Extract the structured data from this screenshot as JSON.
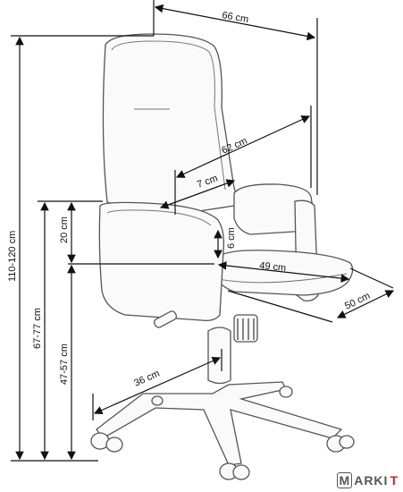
{
  "dimensions": {
    "width_top": "66 cm",
    "depth_back": "62 cm",
    "armrest_width": "7 cm",
    "armrest_height": "6 cm",
    "seat_width": "49 cm",
    "seat_depth": "50 cm",
    "base_radius": "36 cm",
    "total_height": "110-120 cm",
    "armrest_floor_height": "67-77 cm",
    "armrest_seat_height": "20 cm",
    "seat_height": "47-57 cm"
  },
  "logo": {
    "box_letter": "M",
    "text_a": "ARKI",
    "text_b": "T"
  }
}
